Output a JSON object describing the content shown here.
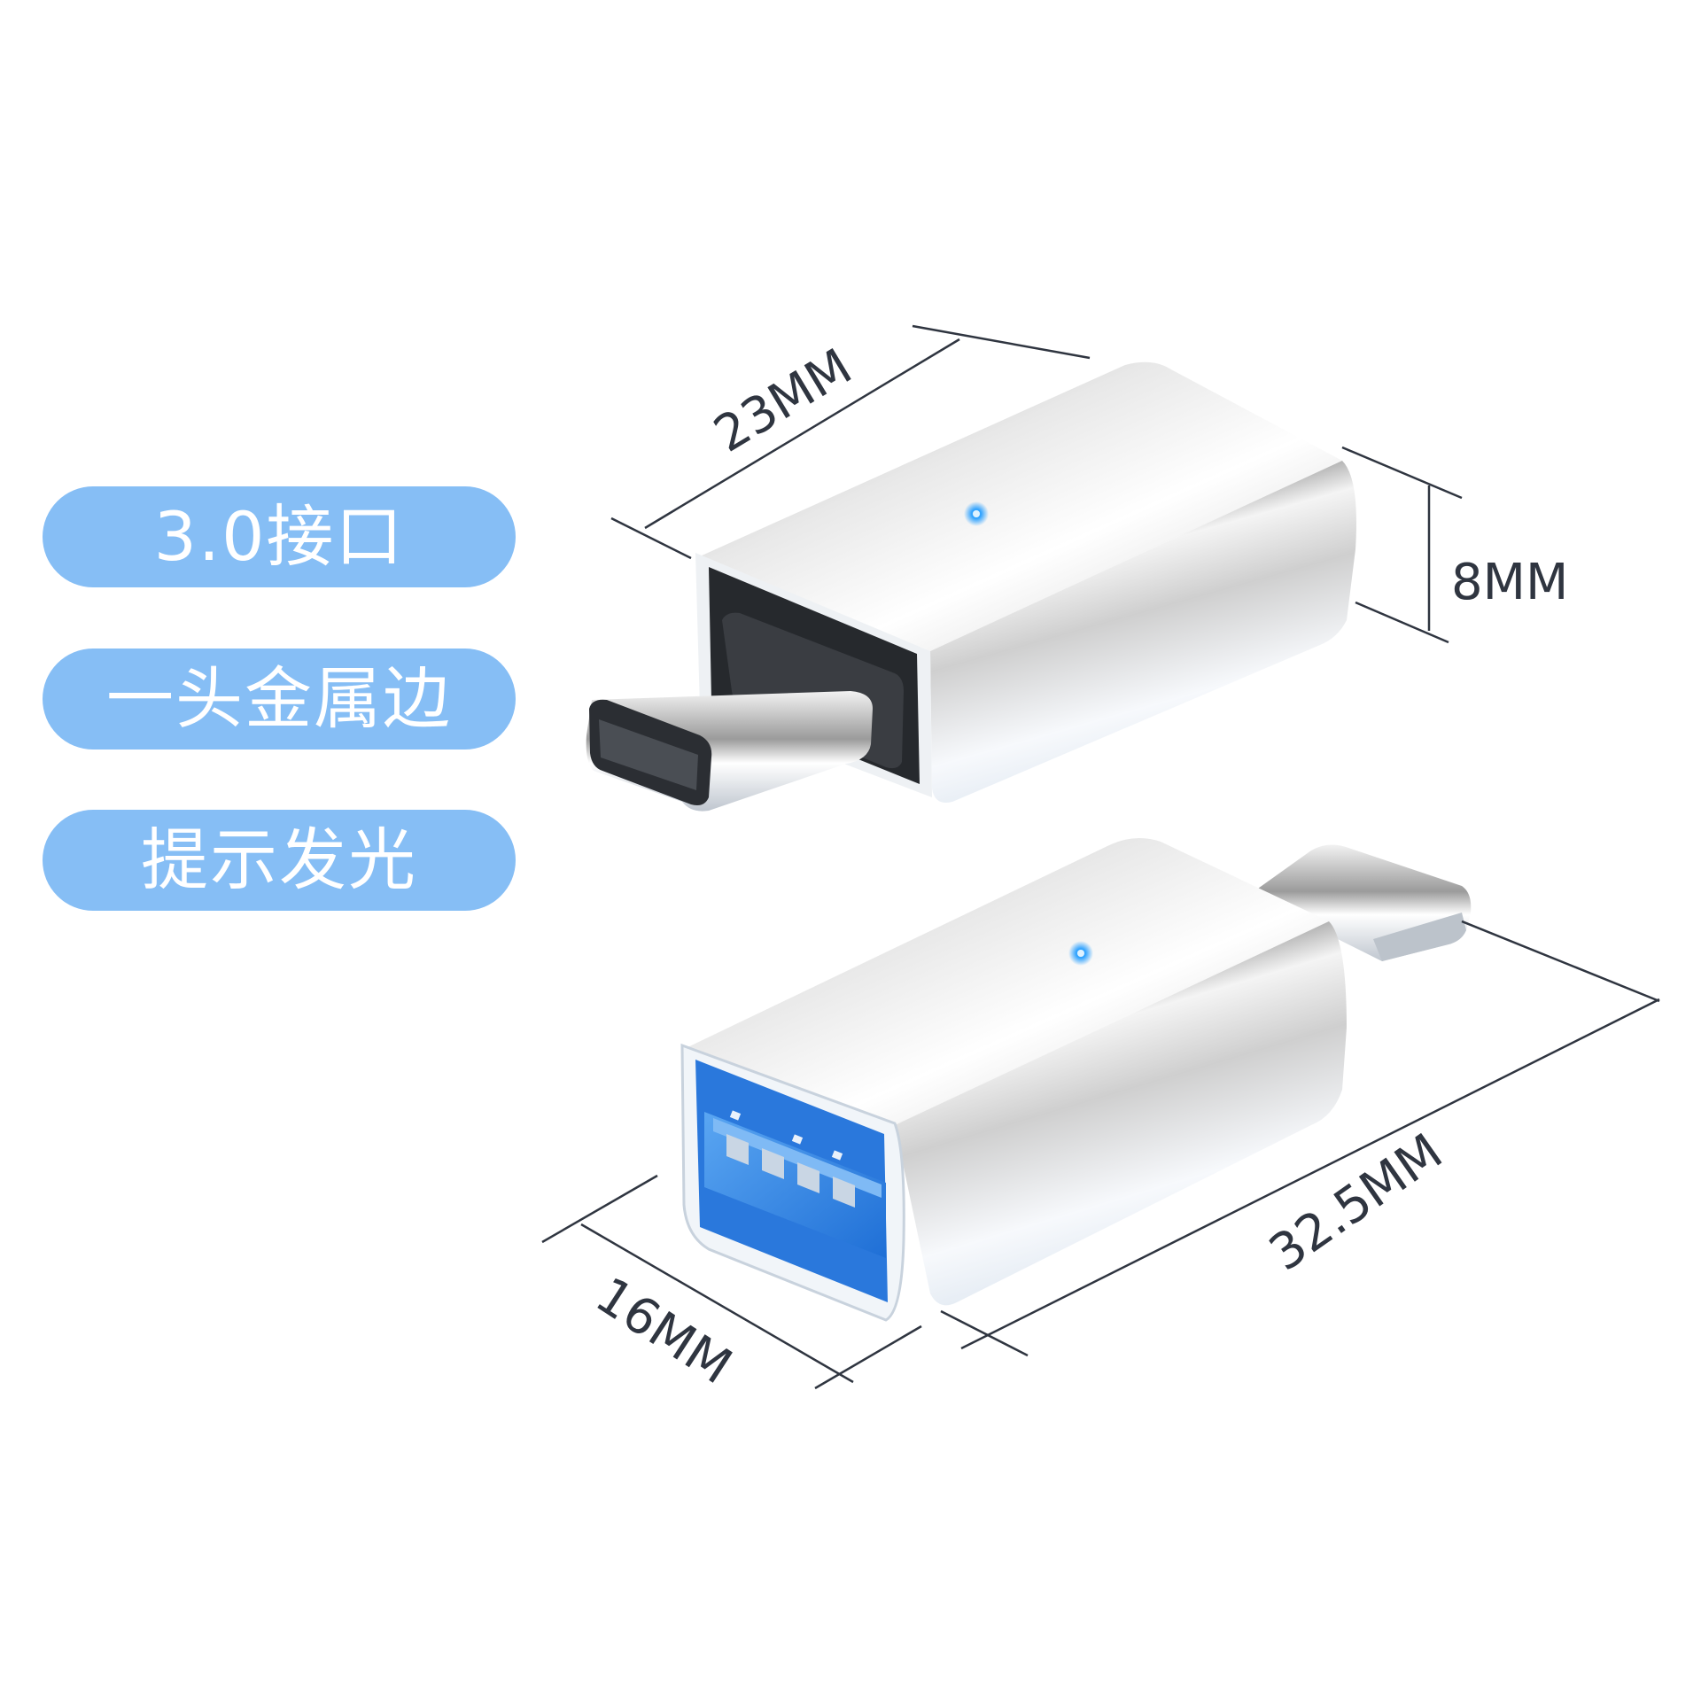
{
  "features": [
    {
      "label": "3.0接口"
    },
    {
      "label": "一头金属边"
    },
    {
      "label": "提示发光"
    }
  ],
  "dimensions": {
    "top_length": "23MM",
    "top_height": "8MM",
    "bottom_width": "16MM",
    "bottom_length": "32.5MM"
  },
  "products": [
    {
      "name": "usb-a-to-type-c-adapter-male-c-view",
      "led_color": "#1E90FF",
      "port": "Type-C male"
    },
    {
      "name": "usb-a-to-type-c-adapter-female-a-view",
      "led_color": "#1E90FF",
      "port": "USB 3.0 female (blue)"
    }
  ],
  "colors": {
    "pill_background": "#86BEF5",
    "pill_text": "#FFFFFF",
    "dimension_line": "#2F3540",
    "usb_port_blue": "#2F7FE0",
    "led_blue": "#1E90FF"
  }
}
